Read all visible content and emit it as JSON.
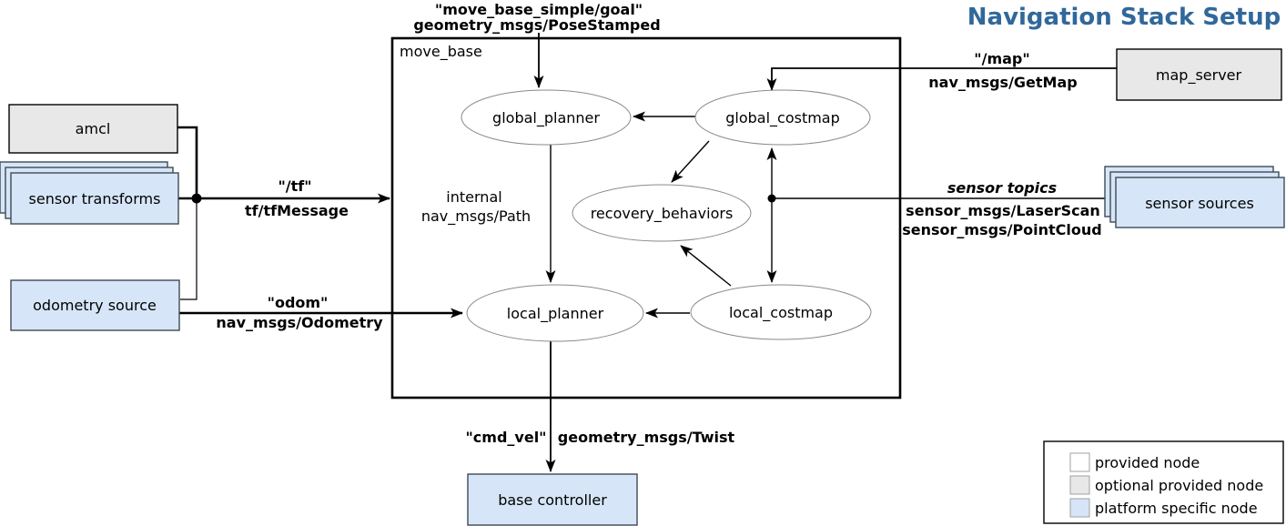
{
  "title": {
    "text": "Navigation Stack Setup",
    "color": "#31689b"
  },
  "container": {
    "label": "move_base"
  },
  "nodes": {
    "amcl": {
      "label": "amcl"
    },
    "sensor_transforms": {
      "label": "sensor transforms"
    },
    "odometry_source": {
      "label": "odometry source"
    },
    "map_server": {
      "label": "map_server"
    },
    "sensor_sources": {
      "label": "sensor sources"
    },
    "base_controller": {
      "label": "base controller"
    },
    "global_planner": {
      "label": "global_planner"
    },
    "global_costmap": {
      "label": "global_costmap"
    },
    "recovery_behaviors": {
      "label": "recovery_behaviors"
    },
    "local_planner": {
      "label": "local_planner"
    },
    "local_costmap": {
      "label": "local_costmap"
    }
  },
  "edges": {
    "goal": {
      "topic": "\"move_base_simple/goal\"",
      "type": "geometry_msgs/PoseStamped"
    },
    "tf": {
      "topic": "\"/tf\"",
      "type": "tf/tfMessage"
    },
    "odom": {
      "topic": "\"odom\"",
      "type": "nav_msgs/Odometry"
    },
    "map": {
      "topic": "\"/map\"",
      "type": "nav_msgs/GetMap"
    },
    "sensor_topics": {
      "topic": "sensor topics",
      "type1": "sensor_msgs/LaserScan",
      "type2": "sensor_msgs/PointCloud"
    },
    "cmd_vel": {
      "topic": "\"cmd_vel\"",
      "type": "geometry_msgs/Twist"
    },
    "internal": {
      "label1": "internal",
      "label2": "nav_msgs/Path"
    }
  },
  "legend": {
    "items": [
      {
        "label": "provided node",
        "color": "#ffffff"
      },
      {
        "label": "optional provided node",
        "color": "#e8e8e8"
      },
      {
        "label": "platform specific node",
        "color": "#d6e6f8"
      }
    ]
  },
  "colors": {
    "optional_node_fill": "#e8e8e8",
    "platform_node_fill": "#d6e6f8"
  }
}
